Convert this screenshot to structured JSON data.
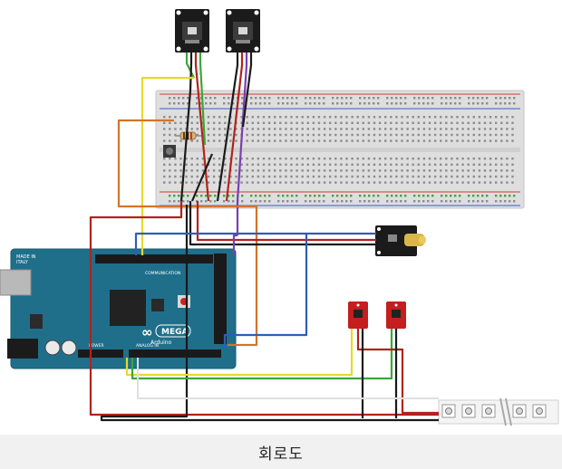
{
  "caption": "회로도",
  "board": {
    "made_in": "MADE IN",
    "country": "ITALY",
    "logo_text": "MEGA",
    "brand": "Arduino",
    "header_label": "COMMUNICATION",
    "analog_label": "ANALOG IN",
    "power_label": "POWER",
    "infinity_symbol": "∞"
  },
  "colors": {
    "board": "#1f6f8b",
    "breadboard": "#dcdcdc",
    "wire_red": "#b1231c",
    "wire_black": "#1a1a1a",
    "wire_yellow": "#e6d92b",
    "wire_green": "#3aa73a",
    "wire_blue": "#2f5fb3",
    "wire_orange": "#d2742a",
    "wire_purple": "#7b3fb0",
    "wire_white": "#e8e8e8",
    "sensor_red": "#c41e1e",
    "module_black": "#1b1b1b"
  },
  "icons": {
    "joystick": "joystick-module-icon",
    "laser": "laser-module-icon",
    "sensor": "ir-sensor-module-icon",
    "led_strip": "led-strip-icon",
    "resistor": "resistor-icon",
    "button": "push-button-icon"
  }
}
